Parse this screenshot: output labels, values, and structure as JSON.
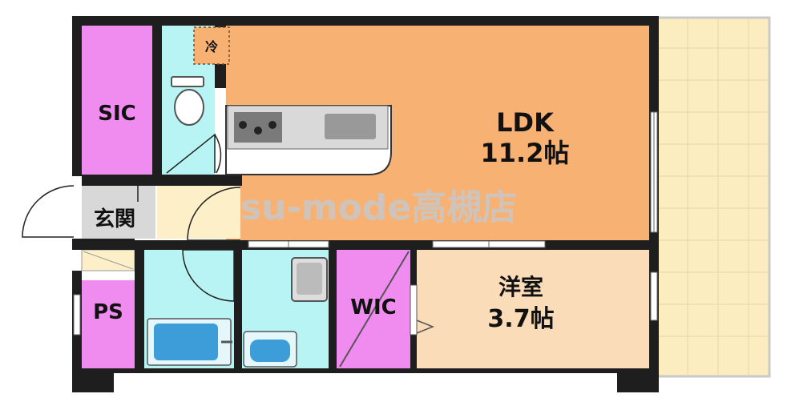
{
  "rooms": {
    "ldk": {
      "name": "LDK",
      "size": "11.2帖"
    },
    "western": {
      "name": "洋室",
      "size": "3.7帖"
    },
    "sic": "SIC",
    "wic": "WIC",
    "ps": "PS",
    "entrance": "玄関",
    "fridge": "冷"
  },
  "watermark": "su-mode高槻店",
  "colors": {
    "wall": "#1e1e1e",
    "ldk": "#f7b173",
    "western": "#fbdcb8",
    "storage": "#f08cf0",
    "wet": "#b8f4f4",
    "entrance": "#d8d8d8",
    "hall": "#fdf0c8",
    "balcony": "#fbedc0",
    "watermark": "#c8c8c8"
  }
}
